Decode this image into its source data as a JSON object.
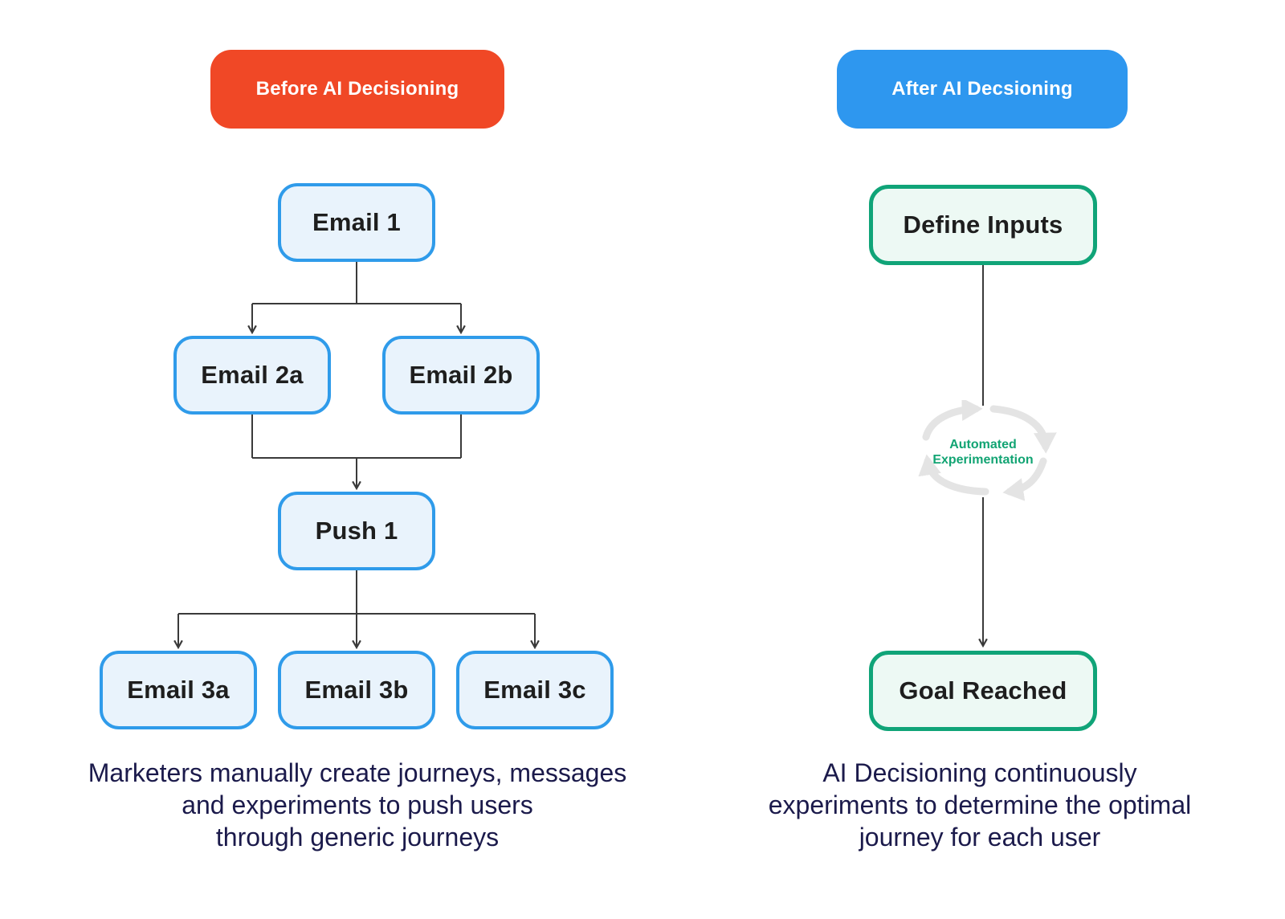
{
  "left_panel": {
    "header_label": "Before AI Decisioning",
    "nodes": [
      {
        "id": "email-1",
        "label": "Email 1"
      },
      {
        "id": "email-2a",
        "label": "Email 2a"
      },
      {
        "id": "email-2b",
        "label": "Email 2b"
      },
      {
        "id": "push-1",
        "label": "Push 1"
      },
      {
        "id": "email-3a",
        "label": "Email 3a"
      },
      {
        "id": "email-3b",
        "label": "Email 3b"
      },
      {
        "id": "email-3c",
        "label": "Email 3c"
      }
    ],
    "caption_lines": [
      "Marketers manually create journeys, messages",
      "and experiments to push users",
      "through generic journeys"
    ]
  },
  "right_panel": {
    "header_label": "After AI Decsioning",
    "nodes": [
      {
        "id": "define-inputs",
        "label": "Define Inputs"
      },
      {
        "id": "goal-reached",
        "label": "Goal Reached"
      }
    ],
    "loop_icon": "cycle-arrows",
    "loop_label_lines": [
      "Automated",
      "Experimentation"
    ],
    "caption_lines": [
      "AI Decisioning continuously",
      "experiments to determine the optimal",
      "journey for each user"
    ]
  },
  "colors": {
    "before_header_bg": "#F04826",
    "after_header_bg": "#2E97EF",
    "header_text": "#FFFFFF",
    "journey_node_fill": "#E9F3FC",
    "journey_node_border": "#2F9BEA",
    "ai_node_fill": "#EDF9F4",
    "ai_node_border": "#10A478",
    "node_text": "#1E1E1E",
    "connector_line": "#3A3A3A",
    "loop_arrow": "#E4E4E4",
    "loop_text": "#12A473",
    "caption_text": "#1B1A4B",
    "background": "#FFFFFF"
  }
}
